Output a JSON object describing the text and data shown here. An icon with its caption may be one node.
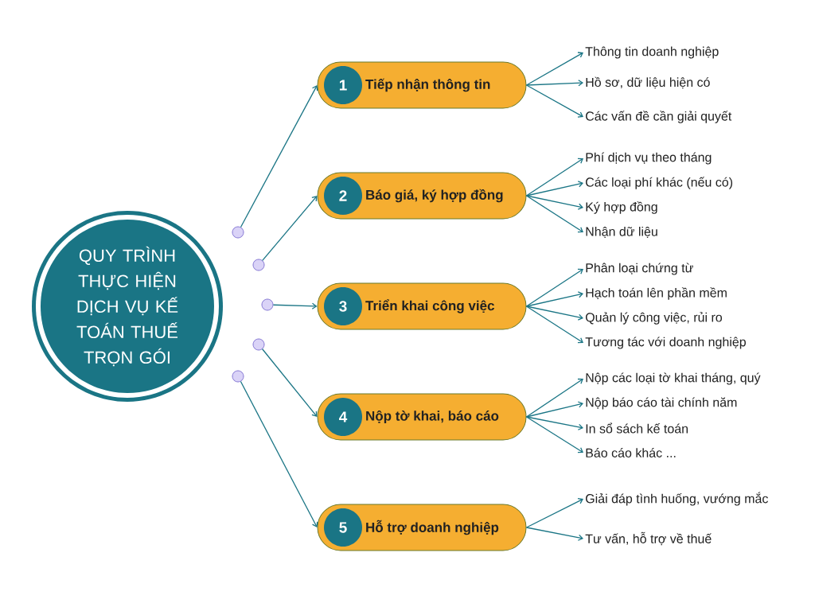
{
  "diagram": {
    "nodes": [
      {
        "text": [
          "QUY TRÌNH THỰC HIỆN DỊCH VỤ KẾ TOÁN THUẾ TRỌN GÓI"
        ]
      },
      {
        "text": [],
        "shape": "circle"
      },
      {
        "text": [],
        "shape": "circle"
      },
      {
        "text": [],
        "shape": "circle"
      },
      {
        "text": [],
        "shape": "circle"
      },
      {
        "text": [],
        "shape": "circle"
      },
      {
        "text": [
          "Tiếp nhận thông tin"
        ]
      },
      {
        "text": [
          "1"
        ],
        "in": 6
      },
      {
        "text": [
          "Báo giá, ký hợp đồng"
        ]
      },
      {
        "text": [
          "2"
        ],
        "in": 8
      },
      {
        "text": [
          "Triển khai công việc"
        ]
      },
      {
        "text": [
          "3"
        ],
        "in": 10
      },
      {
        "text": [
          "Nộp tờ khai, báo cáo"
        ]
      },
      {
        "text": [
          "4"
        ],
        "in": 12
      },
      {
        "text": [
          "Hỗ trợ doanh nghiệp"
        ]
      },
      {
        "text": [
          "5"
        ],
        "in": 14
      },
      {
        "text": [
          "Thông tin doanh nghiệp"
        ]
      },
      {
        "text": [
          "Hồ sơ, dữ liệu hiện có"
        ]
      },
      {
        "text": [
          "Các vấn đề cần giải quyết"
        ]
      },
      {
        "text": [
          "Phí dịch vụ theo tháng"
        ]
      },
      {
        "text": [
          "Các loại phí khác (nếu có)"
        ]
      },
      {
        "text": [
          "Ký hợp đồng"
        ]
      },
      {
        "text": [
          "Nhận dữ liệu"
        ]
      },
      {
        "text": [
          "Phân loại chứng từ"
        ]
      },
      {
        "text": [
          "Hạch toán lên phần mềm"
        ]
      },
      {
        "text": [
          "Quản lý công việc, rủi ro"
        ]
      },
      {
        "text": [
          "Tương tác với doanh nghiệp"
        ]
      },
      {
        "text": [
          "Nộp các loại tờ khai tháng, quý"
        ]
      },
      {
        "text": [
          "Nộp báo cáo tài chính năm"
        ]
      },
      {
        "text": [
          "In sổ sách kế toán"
        ]
      },
      {
        "text": [
          "Báo cáo khác ..."
        ]
      },
      {
        "text": [
          "Giải đáp tình huống, vướng mắc"
        ]
      },
      {
        "text": [
          "Tư vấn, hỗ trợ về thuế"
        ]
      }
    ],
    "edges": [
      {
        "from": 1,
        "to": 6,
        "arrow": "to"
      },
      {
        "from": 2,
        "to": 8,
        "arrow": "to"
      },
      {
        "from": 3,
        "to": 10,
        "arrow": "to"
      },
      {
        "from": 4,
        "to": 12,
        "arrow": "to"
      },
      {
        "from": 5,
        "to": 14,
        "arrow": "to"
      },
      {
        "from": 6,
        "to": 16,
        "arrow": "to"
      },
      {
        "from": 6,
        "to": 17,
        "arrow": "to"
      },
      {
        "from": 6,
        "to": 18,
        "arrow": "to"
      },
      {
        "from": 8,
        "to": 19,
        "arrow": "to"
      },
      {
        "from": 8,
        "to": 20,
        "arrow": "to"
      },
      {
        "from": 8,
        "to": 21,
        "arrow": "to"
      },
      {
        "from": 8,
        "to": 22,
        "arrow": "to"
      },
      {
        "from": 10,
        "to": 23,
        "arrow": "to"
      },
      {
        "from": 10,
        "to": 24,
        "arrow": "to"
      },
      {
        "from": 10,
        "to": 25,
        "arrow": "to"
      },
      {
        "from": 10,
        "to": 26,
        "arrow": "to"
      },
      {
        "from": 12,
        "to": 27,
        "arrow": "to"
      },
      {
        "from": 12,
        "to": 28,
        "arrow": "to"
      },
      {
        "from": 12,
        "to": 29,
        "arrow": "to"
      },
      {
        "from": 12,
        "to": 30,
        "arrow": "to"
      },
      {
        "from": 14,
        "to": 31,
        "arrow": "to"
      },
      {
        "from": 14,
        "to": 32,
        "arrow": "to"
      }
    ]
  }
}
